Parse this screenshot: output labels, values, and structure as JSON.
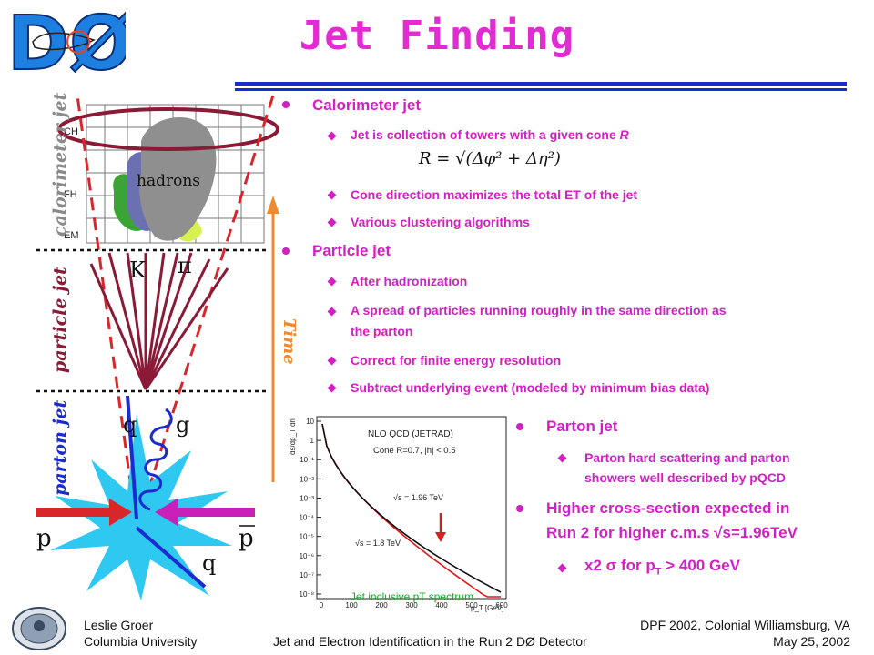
{
  "header": {
    "logo_text": "DØ",
    "title": "Jet Finding"
  },
  "diagram": {
    "side_labels": {
      "calorimeter": "calorimeter jet",
      "particle": "particle jet",
      "parton": "parton jet"
    },
    "layer_labels": [
      "CH",
      "FH",
      "EM"
    ],
    "hadrons": "hadrons",
    "time": "Time",
    "particles": {
      "K": "K",
      "pi": "π",
      "q_top": "q",
      "g": "g",
      "q_bottom": "q",
      "p_left": "p",
      "p_right": "p"
    }
  },
  "bullets": {
    "calorimeter_jet": "Calorimeter jet",
    "calo_sub1_prefix": "Jet is collection of towers with a given cone ",
    "calo_sub1_var": "R",
    "formula": "R = √(Δφ² + Δη²)",
    "calo_sub2": "Cone direction maximizes the total ET of the jet",
    "calo_sub3": "Various clustering algorithms",
    "particle_jet": "Particle jet",
    "part_sub1": "After hadronization",
    "part_sub2_line1": "A spread of particles running roughly in the same direction as",
    "part_sub2_line2": "the parton",
    "part_sub3": "Correct for finite energy resolution",
    "part_sub4": "Subtract underlying event (modeled by minimum bias data)",
    "parton_jet": "Parton jet",
    "parton_sub1_line1": "Parton hard scattering and parton",
    "parton_sub1_line2": "showers well described by pQCD",
    "higher_line1": "Higher cross-section expected in",
    "higher_line2": "Run 2 for higher c.m.s √s=1.96TeV",
    "x2_pre": "x2 σ  for p",
    "x2_sub": "T",
    "x2_post": " > 400 GeV"
  },
  "plot": {
    "legend_title": "NLO QCD (JETRAD)",
    "legend_cone": "Cone R=0.7, |h| < 0.5",
    "label_196": "√s = 1.96 TeV",
    "label_18": "√s = 1.8 TeV",
    "ylabel": "ds/dp_T dh",
    "xlabel": "p_T [GeV]",
    "caption": "Jet inclusive pT spectrum",
    "y_ticks": [
      "10",
      "1",
      "10⁻¹",
      "10⁻²",
      "10⁻³",
      "10⁻⁴",
      "10⁻⁵",
      "10⁻⁶",
      "10⁻⁷",
      "10⁻⁸"
    ],
    "x_ticks": [
      "0",
      "100",
      "200",
      "300",
      "400",
      "500",
      "600"
    ],
    "colors": {
      "run2": "#e01818",
      "run1": "#111111",
      "arrow": "#d42020"
    }
  },
  "footer": {
    "left_line1": "Leslie Groer",
    "left_line2": "Columbia University",
    "center": "Jet and Electron Identification in the Run 2 DØ Detector",
    "right_line1": "DPF 2002, Colonial Williamsburg, VA",
    "right_line2": "May 25, 2002"
  }
}
